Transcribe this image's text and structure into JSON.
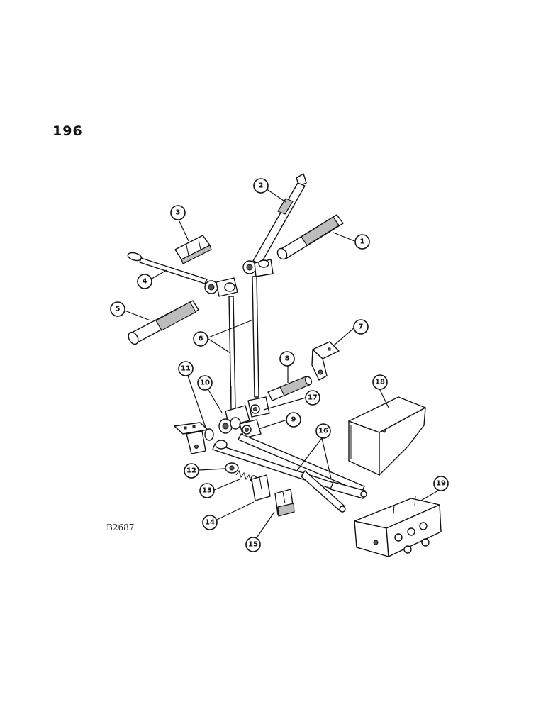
{
  "page_number": "196",
  "drawing_code": "B2687",
  "callouts": [
    "1",
    "2",
    "3",
    "4",
    "5",
    "6",
    "7",
    "8",
    "9",
    "10",
    "11",
    "12",
    "13",
    "14",
    "15",
    "16",
    "17",
    "18",
    "19"
  ]
}
